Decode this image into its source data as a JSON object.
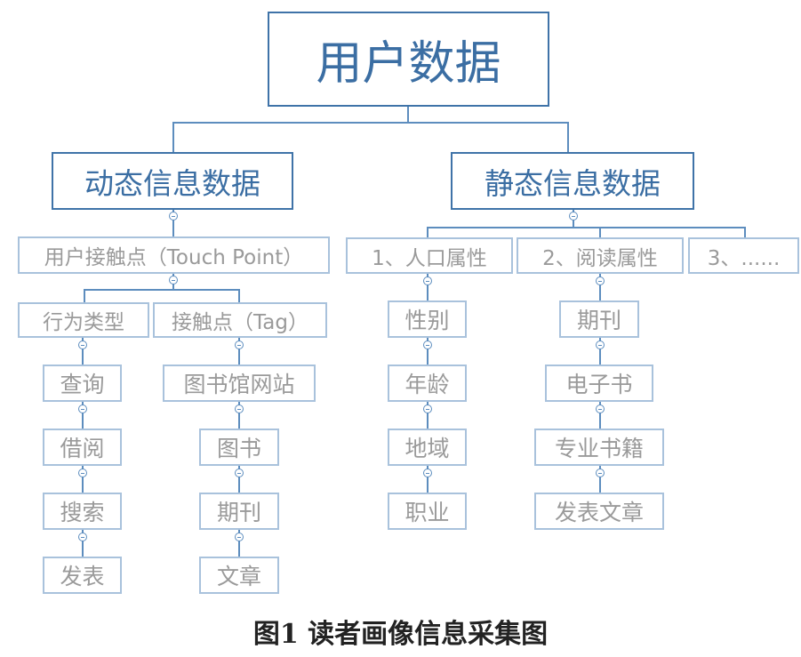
{
  "diagram": {
    "root": "用户数据",
    "dynamic": {
      "title": "动态信息数据",
      "touch_point": "用户接触点（Touch Point）",
      "behavior": {
        "title": "行为类型",
        "items": [
          "查询",
          "借阅",
          "搜索",
          "发表"
        ]
      },
      "tag": {
        "title": "接触点（Tag）",
        "items": [
          "图书馆网站",
          "图书",
          "期刊",
          "文章"
        ]
      }
    },
    "static": {
      "title": "静态信息数据",
      "demographic": {
        "title": "1、人口属性",
        "items": [
          "性别",
          "年龄",
          "地域",
          "职业"
        ]
      },
      "reading": {
        "title": "2、阅读属性",
        "items": [
          "期刊",
          "电子书",
          "专业书籍",
          "发表文章"
        ]
      },
      "more": {
        "title": "3、......"
      }
    }
  },
  "caption": "图1  读者画像信息采集图",
  "colors": {
    "primary_border": "#3f73a8",
    "primary_text": "#3b6ea3",
    "secondary_border": "#a9c2dc",
    "secondary_text": "#9a9a9a",
    "connector": "#5d8dbe"
  }
}
